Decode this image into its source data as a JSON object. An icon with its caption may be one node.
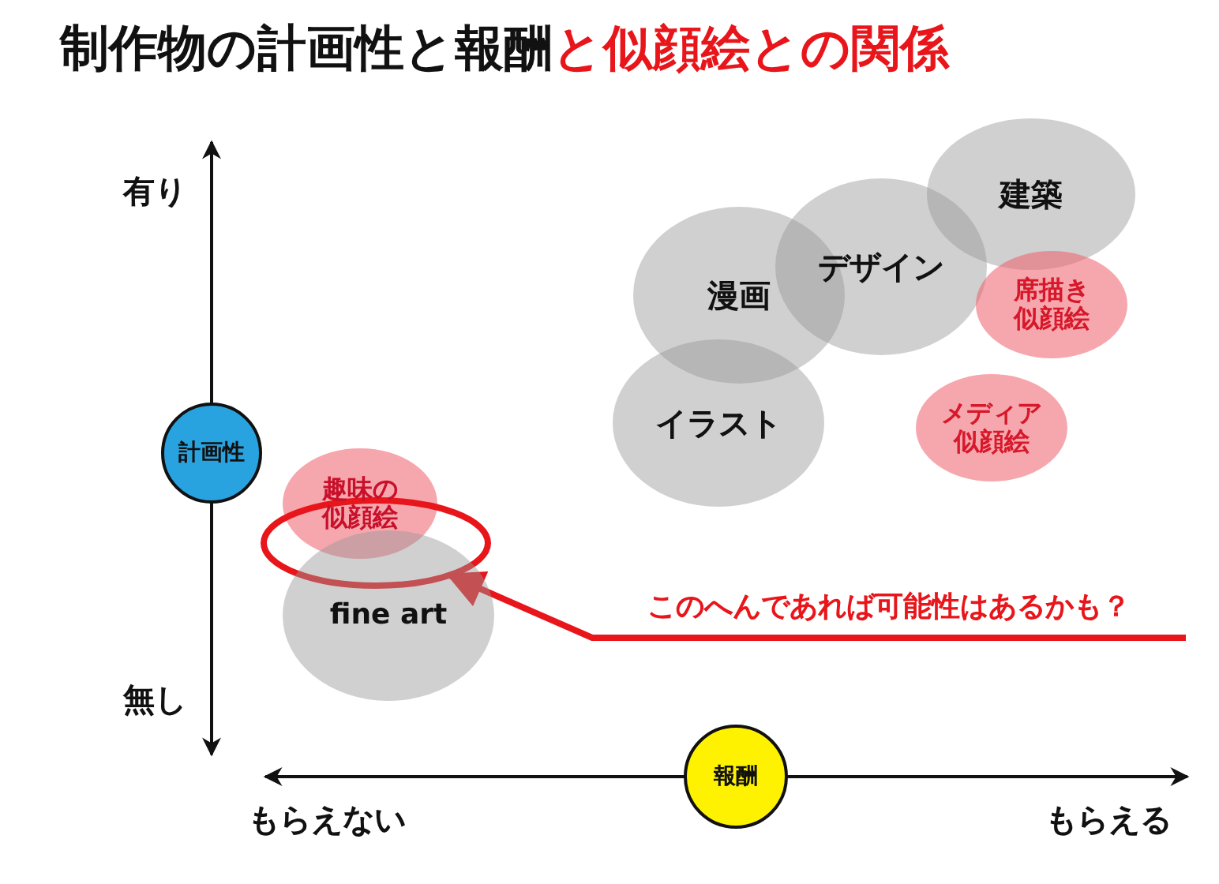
{
  "diagram": {
    "title": "制作物の計画性と報酬**と似顔絵との関係**",
    "nodes": [
      {
        "text": [
          "建築"
        ]
      },
      {
        "text": [
          "デザイン"
        ]
      },
      {
        "text": [
          "漫画"
        ]
      },
      {
        "text": [
          "席描き似顔絵"
        ]
      },
      {
        "text": [
          "イラスト"
        ]
      },
      {
        "text": [
          "メディア似顔絵"
        ]
      },
      {
        "text": [
          "計画性"
        ]
      },
      {
        "text": [
          "趣味の似顔絵"
        ]
      },
      {
        "text": [],
        "shape": "circle"
      },
      {
        "text": [
          "fine art"
        ]
      },
      {
        "text": [
          "このへんであれば可能性はあるかも？"
        ]
      },
      {
        "text": [
          "報酬"
        ]
      }
    ],
    "edges": [
      {
        "from": 10,
        "to": 8,
        "arrow": "to",
        "color": "#e8161b"
      }
    ],
    "labels": [
      "有り",
      "無し",
      "もらえない",
      "もらえる"
    ]
  }
}
